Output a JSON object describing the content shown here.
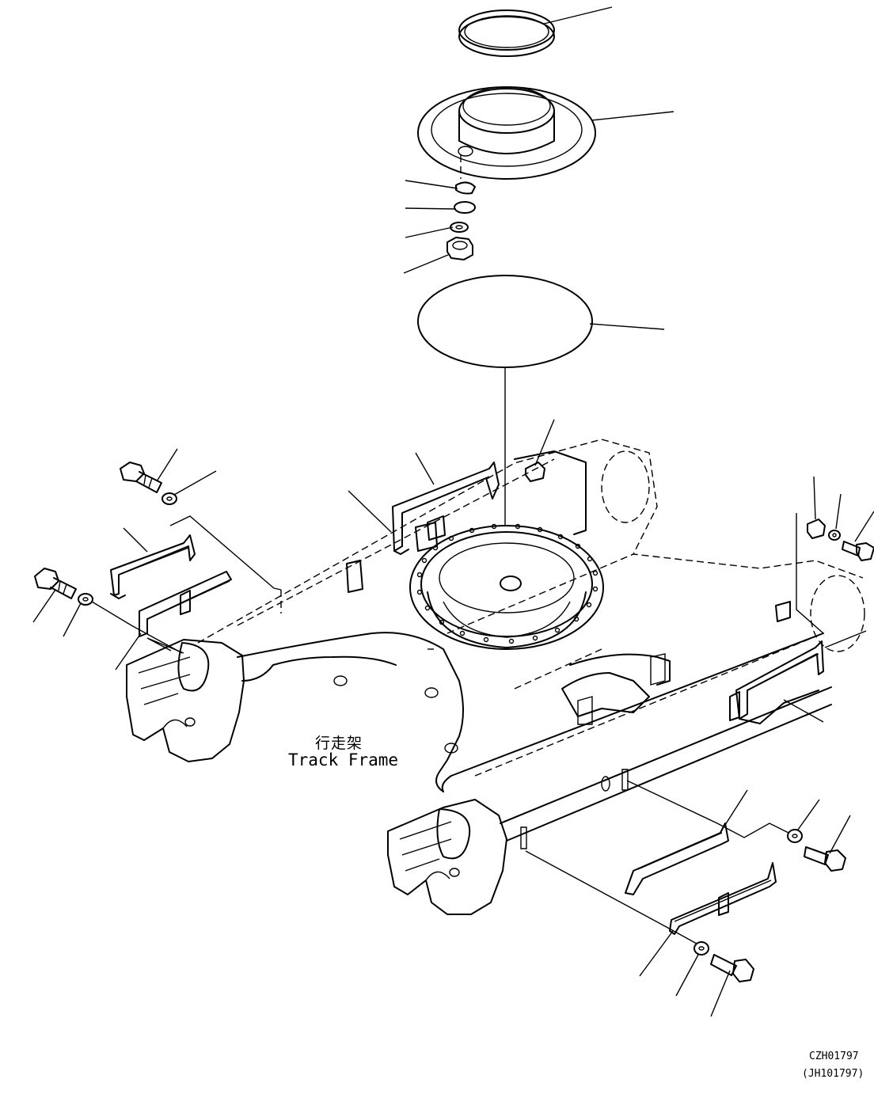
{
  "labels": {
    "frame_cn": "行走架",
    "frame_en": "Track Frame"
  },
  "drawing_codes": {
    "primary": "CZH01797",
    "secondary": "(JH101797)"
  }
}
